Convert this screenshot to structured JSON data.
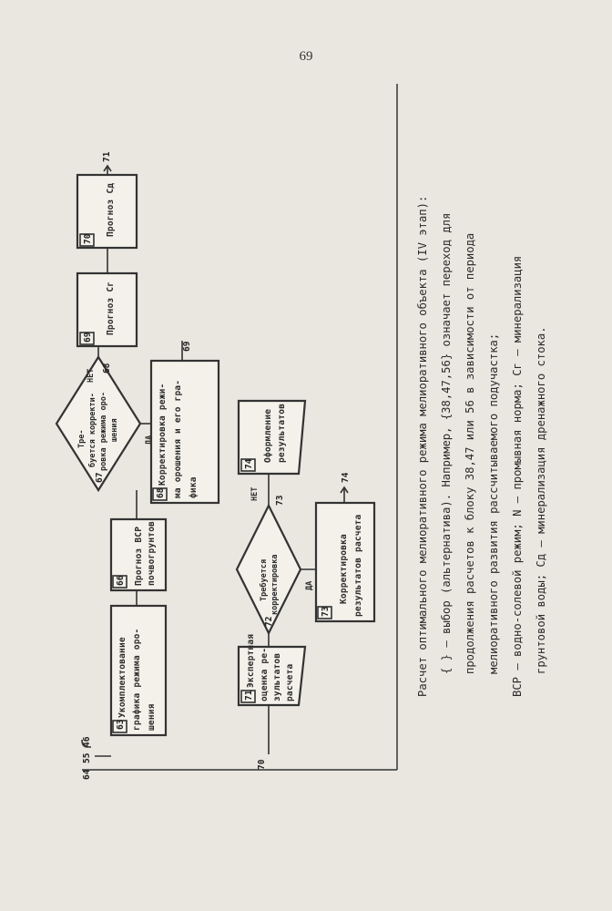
{
  "page_number": "69",
  "blocks": {
    "b63": {
      "num": "63",
      "lines": [
        "Укомплектование",
        "графика режима оро-",
        "шения"
      ]
    },
    "b66": {
      "num": "66",
      "lines": [
        "Прогноз ВСР",
        "почвогрунтов"
      ]
    },
    "b67": {
      "num": "67",
      "lines": [
        "Тре-",
        "буется корректи-",
        "ровка режима оро-",
        "шения"
      ]
    },
    "b68": {
      "num": "68",
      "lines": [
        "Корректировка режи-",
        "ма орошения и его гра-",
        "фика"
      ]
    },
    "b69": {
      "num": "69",
      "lines": [
        "Прогноз Cг"
      ]
    },
    "b70": {
      "num": "70",
      "lines": [
        "Прогноз Cд"
      ]
    },
    "b71": {
      "num": "71",
      "lines": [
        "Экспертная",
        "оценка ре-",
        "зультатов",
        "расчета"
      ]
    },
    "b72": {
      "num": "72",
      "lines": [
        "Требуется",
        "корректировка"
      ]
    },
    "b73": {
      "num": "73",
      "lines": [
        "Корректировка",
        "результатов расчета"
      ]
    },
    "b74": {
      "num": "74",
      "lines": [
        "Оформление",
        "результатов"
      ]
    }
  },
  "labels": {
    "yes": "ДА",
    "no": "НЕТ",
    "in_46": "46",
    "in_55": "55",
    "in_64": "64",
    "out_71": "71",
    "out_69": "69",
    "out_74": "74",
    "in_70": "70",
    "to_68": "68",
    "to_73": "73"
  },
  "caption": {
    "line1": "Расчет оптимального мелиоративного режима мелиоративного объекта (IV этап):",
    "line2": "{ } – выбор (альтернатива). Например, {38,47,56} означает переход для",
    "line3": "продолжения расчетов к блоку 38,47 или 56 в зависимости от периода",
    "line4": "мелиоративного развития рассчитываемого подучастка;",
    "line5": "ВСР – водно-солевой режим; N – промывная норма; Cг – минерализация",
    "line6": "грунтовой воды; Cд – минерализация дренажного стока."
  }
}
